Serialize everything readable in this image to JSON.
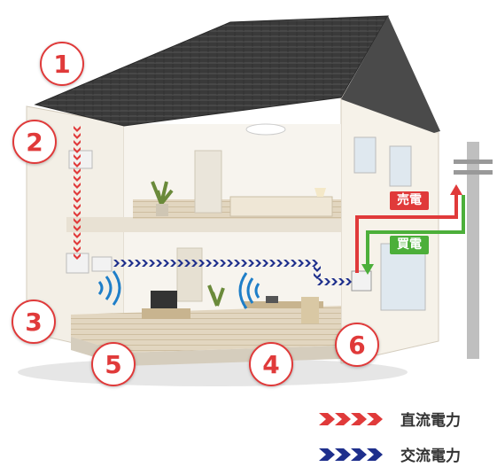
{
  "markers": [
    "1",
    "2",
    "3",
    "4",
    "5",
    "6"
  ],
  "tags": {
    "sell": "売電",
    "buy": "買電"
  },
  "legend": {
    "dc": "直流電力",
    "ac": "交流電力"
  },
  "colors": {
    "dc": "#e03a3a",
    "ac": "#1e2f8c",
    "sell": "#e03a3a",
    "buy": "#4caf3a",
    "roof": "#3c3c3c",
    "wall": "#f3efe6",
    "floor": "#d9cdb6"
  }
}
